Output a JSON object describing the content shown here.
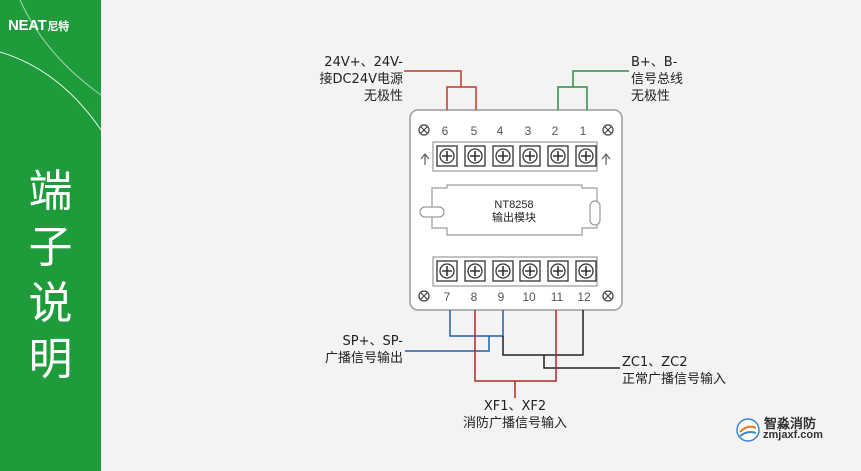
{
  "brand": {
    "logo_text": "NEAT",
    "logo_cn": "尼特"
  },
  "sidebar": {
    "title_chars": [
      "端",
      "子",
      "说",
      "明"
    ]
  },
  "module": {
    "model": "NT8258",
    "name": "输出模块"
  },
  "terminals": {
    "top": [
      "6",
      "5",
      "4",
      "3",
      "2",
      "1"
    ],
    "bottom": [
      "7",
      "8",
      "9",
      "10",
      "11",
      "12"
    ]
  },
  "labels": {
    "power": [
      "24V+、24V-",
      "接DC24V电源",
      "无极性"
    ],
    "bus": [
      "B+、B-",
      "信号总线",
      "无极性"
    ],
    "sp": [
      "SP+、SP-",
      "广播信号输出"
    ],
    "zc": [
      "ZC1、ZC2",
      "正常广播信号输入"
    ],
    "xf": [
      "XF1、XF2",
      "消防广播信号输入"
    ]
  },
  "watermark": {
    "cn": "智淼消防",
    "url": "zmjaxf.com"
  },
  "colors": {
    "brand_green": "#1e9b3b",
    "power_wire": "#c0392b",
    "bus_wire": "#2e8b4a",
    "sp_wire": "#1f5fa8",
    "zc_wire": "#222222",
    "xf_wire": "#b02a2a"
  }
}
